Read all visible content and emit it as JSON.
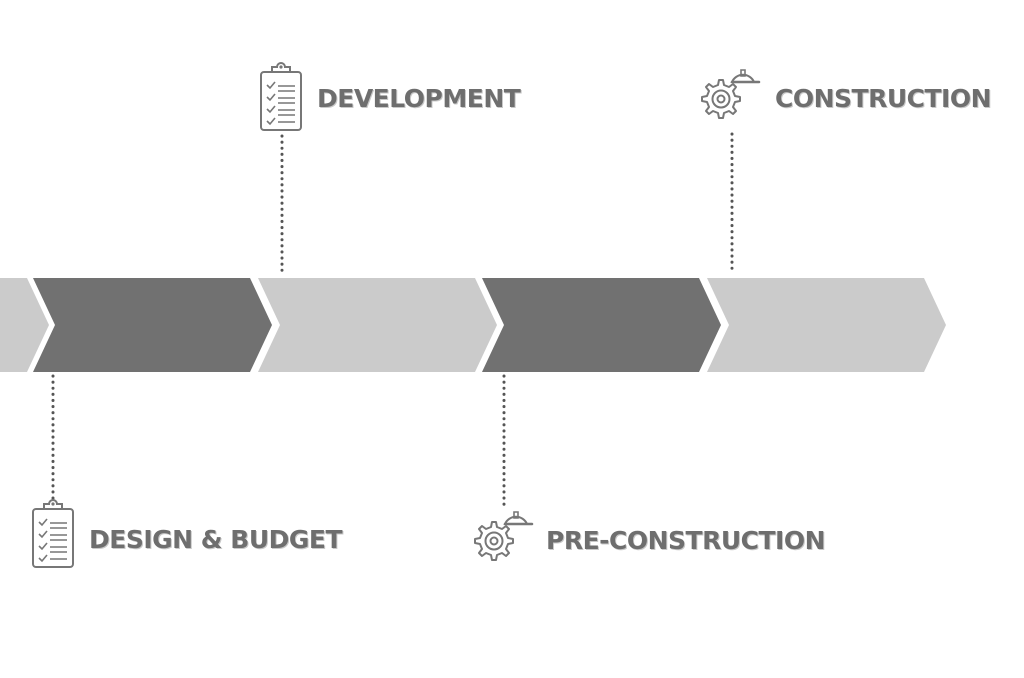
{
  "colors": {
    "chevron_dark": "#717171",
    "chevron_light": "#cbcbcb",
    "label_text": "#6e6e6e",
    "connector": "#555555",
    "icon_stroke": "#777777"
  },
  "stages": [
    {
      "label": "DESIGN & BUDGET",
      "icon": "clipboard-checklist-icon",
      "position": "below",
      "tone": "dark"
    },
    {
      "label": "DEVELOPMENT",
      "icon": "clipboard-checklist-icon",
      "position": "above",
      "tone": "light"
    },
    {
      "label": "PRE-CONSTRUCTION",
      "icon": "gear-hardhat-icon",
      "position": "below",
      "tone": "dark"
    },
    {
      "label": "CONSTRUCTION",
      "icon": "gear-hardhat-icon",
      "position": "above",
      "tone": "light"
    }
  ]
}
